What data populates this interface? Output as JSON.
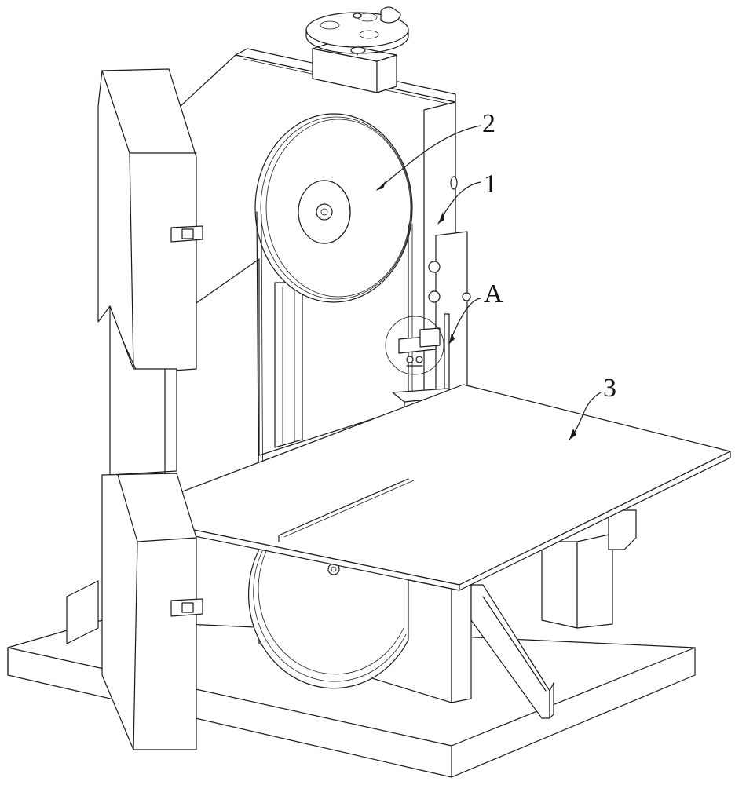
{
  "labels": {
    "part_1": "1",
    "part_2": "2",
    "part_3": "3",
    "detail_a": "A"
  },
  "colors": {
    "line": "#1a1a1a",
    "background": "#ffffff"
  }
}
